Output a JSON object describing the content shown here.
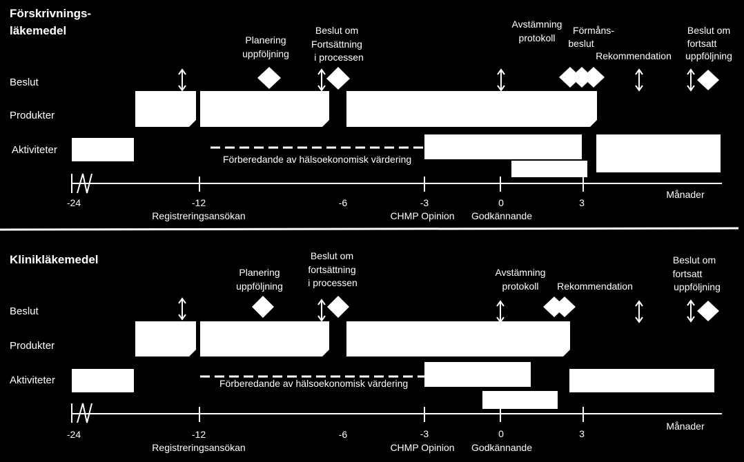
{
  "colors": {
    "background": "#000000",
    "foreground": "#ffffff"
  },
  "top": {
    "title_line1": "Förskrivnings-",
    "title_line2": "läkemedel",
    "row_beslut": "Beslut",
    "row_produkter": "Produkter",
    "row_aktiviteter": "Aktiviteter",
    "ann_planering_1": "Planering",
    "ann_planering_2": "uppföljning",
    "ann_beslut_fort_1": "Beslut om",
    "ann_beslut_fort_2": "Fortsättning",
    "ann_beslut_fort_3": "i processen",
    "ann_avstamning_1": "Avstämning",
    "ann_avstamning_2": "protokoll",
    "ann_formans_1": "Förmåns-",
    "ann_formans_2": "beslut",
    "ann_rekommendation": "Rekommendation",
    "ann_fortsatt_1": "Beslut om",
    "ann_fortsatt_2": "fortsatt",
    "ann_fortsatt_3": "uppföljning",
    "dashed_label": "Förberedande av hälsoekonomisk värdering",
    "ticks": [
      "-24",
      "-12",
      "-6",
      "-3",
      "0",
      "3"
    ],
    "axis_unit": "Månader",
    "milestone_registrering": "Registreringsansökan",
    "milestone_chmp": "CHMP Opinion",
    "milestone_godkannande": "Godkännande"
  },
  "bottom": {
    "title": "Klinikläkemedel",
    "row_beslut": "Beslut",
    "row_produkter": "Produkter",
    "row_aktiviteter": "Aktiviteter",
    "ann_planering_1": "Planering",
    "ann_planering_2": "uppföljning",
    "ann_beslut_fort_1": "Beslut om",
    "ann_beslut_fort_2": "fortsättning",
    "ann_beslut_fort_3": "i processen",
    "ann_avstamning_1": "Avstämning",
    "ann_avstamning_2": "protokoll",
    "ann_rekommendation": "Rekommendation",
    "ann_fortsatt_1": "Beslut om",
    "ann_fortsatt_2": "fortsatt",
    "ann_fortsatt_3": "uppföljning",
    "dashed_label": "Förberedande av hälsoekonomisk  värdering",
    "ticks": [
      "-24",
      "-12",
      "-6",
      "-3",
      "0",
      "3"
    ],
    "axis_unit": "Månader",
    "milestone_registrering": "Registreringsansökan",
    "milestone_chmp": "CHMP Opinion",
    "milestone_godkannande": "Godkännande"
  }
}
